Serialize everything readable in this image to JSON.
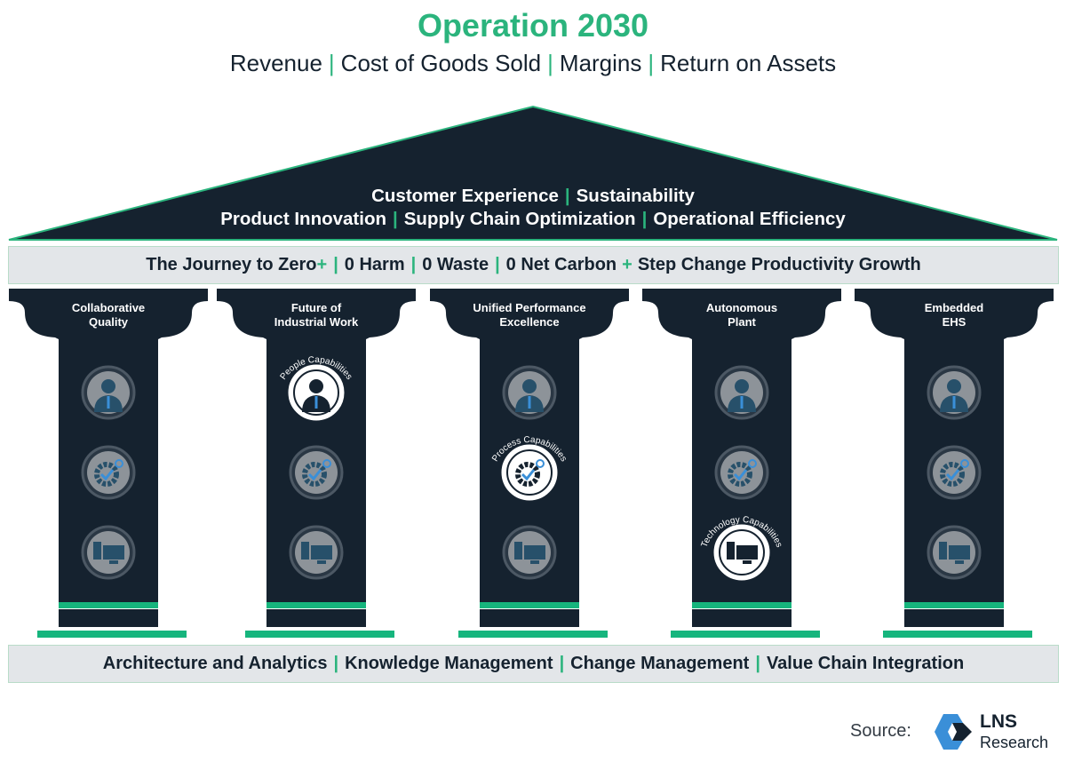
{
  "header": {
    "title": "Operation 2030",
    "subtitle_items": [
      "Revenue",
      "Cost of Goods Sold",
      "Margins",
      "Return on Assets"
    ]
  },
  "roof": {
    "line1": [
      "Customer Experience",
      "Sustainability"
    ],
    "line2": [
      "Product Innovation",
      "Supply Chain Optimization",
      "Operational Efficiency"
    ]
  },
  "journey_band": {
    "lead": "The Journey to Zero",
    "plus": "+",
    "items": [
      "0 Harm",
      "0 Waste",
      "0 Net Carbon"
    ],
    "tail": "Step Change Productivity Growth"
  },
  "pillars": [
    {
      "line1": "Collaborative",
      "line2": "Quality",
      "highlight": "none"
    },
    {
      "line1": "Future of",
      "line2": "Industrial Work",
      "highlight": "people"
    },
    {
      "line1": "Unified Performance",
      "line2": "Excellence",
      "highlight": "process"
    },
    {
      "line1": "Autonomous",
      "line2": "Plant",
      "highlight": "technology"
    },
    {
      "line1": "Embedded",
      "line2": "EHS",
      "highlight": "none"
    }
  ],
  "capability_labels": {
    "people": "People Capabilities",
    "process": "Process Capabilities",
    "technology": "Technology Capabilities"
  },
  "foundation": {
    "items": [
      "Architecture and Analytics",
      "Knowledge Management",
      "Change Management",
      "Value Chain Integration"
    ]
  },
  "source": {
    "label": "Source:",
    "brand": "LNS",
    "brand_sub": "Research"
  },
  "colors": {
    "navy": "#15222f",
    "green": "#2bb47d",
    "band_grey": "#e3e6e9",
    "icon_grey": "#8d9399"
  }
}
